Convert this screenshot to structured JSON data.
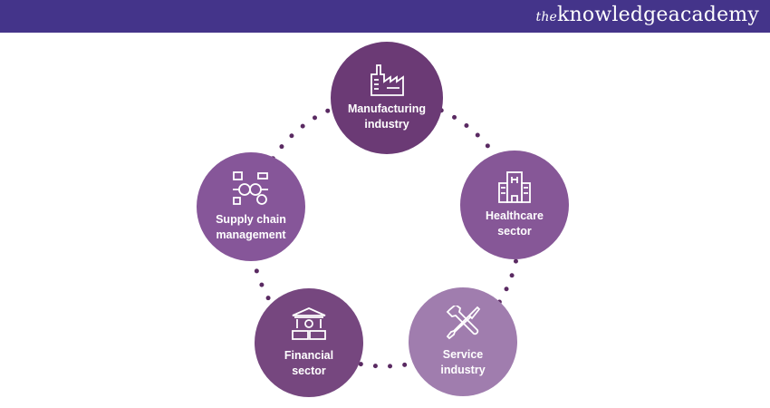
{
  "brand": {
    "the": "the",
    "name": "knowledgeacademy"
  },
  "nodes": [
    {
      "id": "manufacturing",
      "line1": "Manufacturing",
      "line2": "industry",
      "icon": "factory-icon",
      "color": "#6b3a75"
    },
    {
      "id": "healthcare",
      "line1": "Healthcare",
      "line2": "sector",
      "icon": "hospital-icon",
      "color": "#865797"
    },
    {
      "id": "service",
      "line1": "Service",
      "line2": "industry",
      "icon": "wrench-screwdriver-icon",
      "color": "#a07dae"
    },
    {
      "id": "financial",
      "line1": "Financial",
      "line2": "sector",
      "icon": "bank-icon",
      "color": "#76477f"
    },
    {
      "id": "supply",
      "line1": "Supply chain",
      "line2": "management",
      "icon": "supply-chain-icon",
      "color": "#865699"
    }
  ],
  "colors": {
    "header": "#44348a",
    "dots": "#5a2a62"
  }
}
